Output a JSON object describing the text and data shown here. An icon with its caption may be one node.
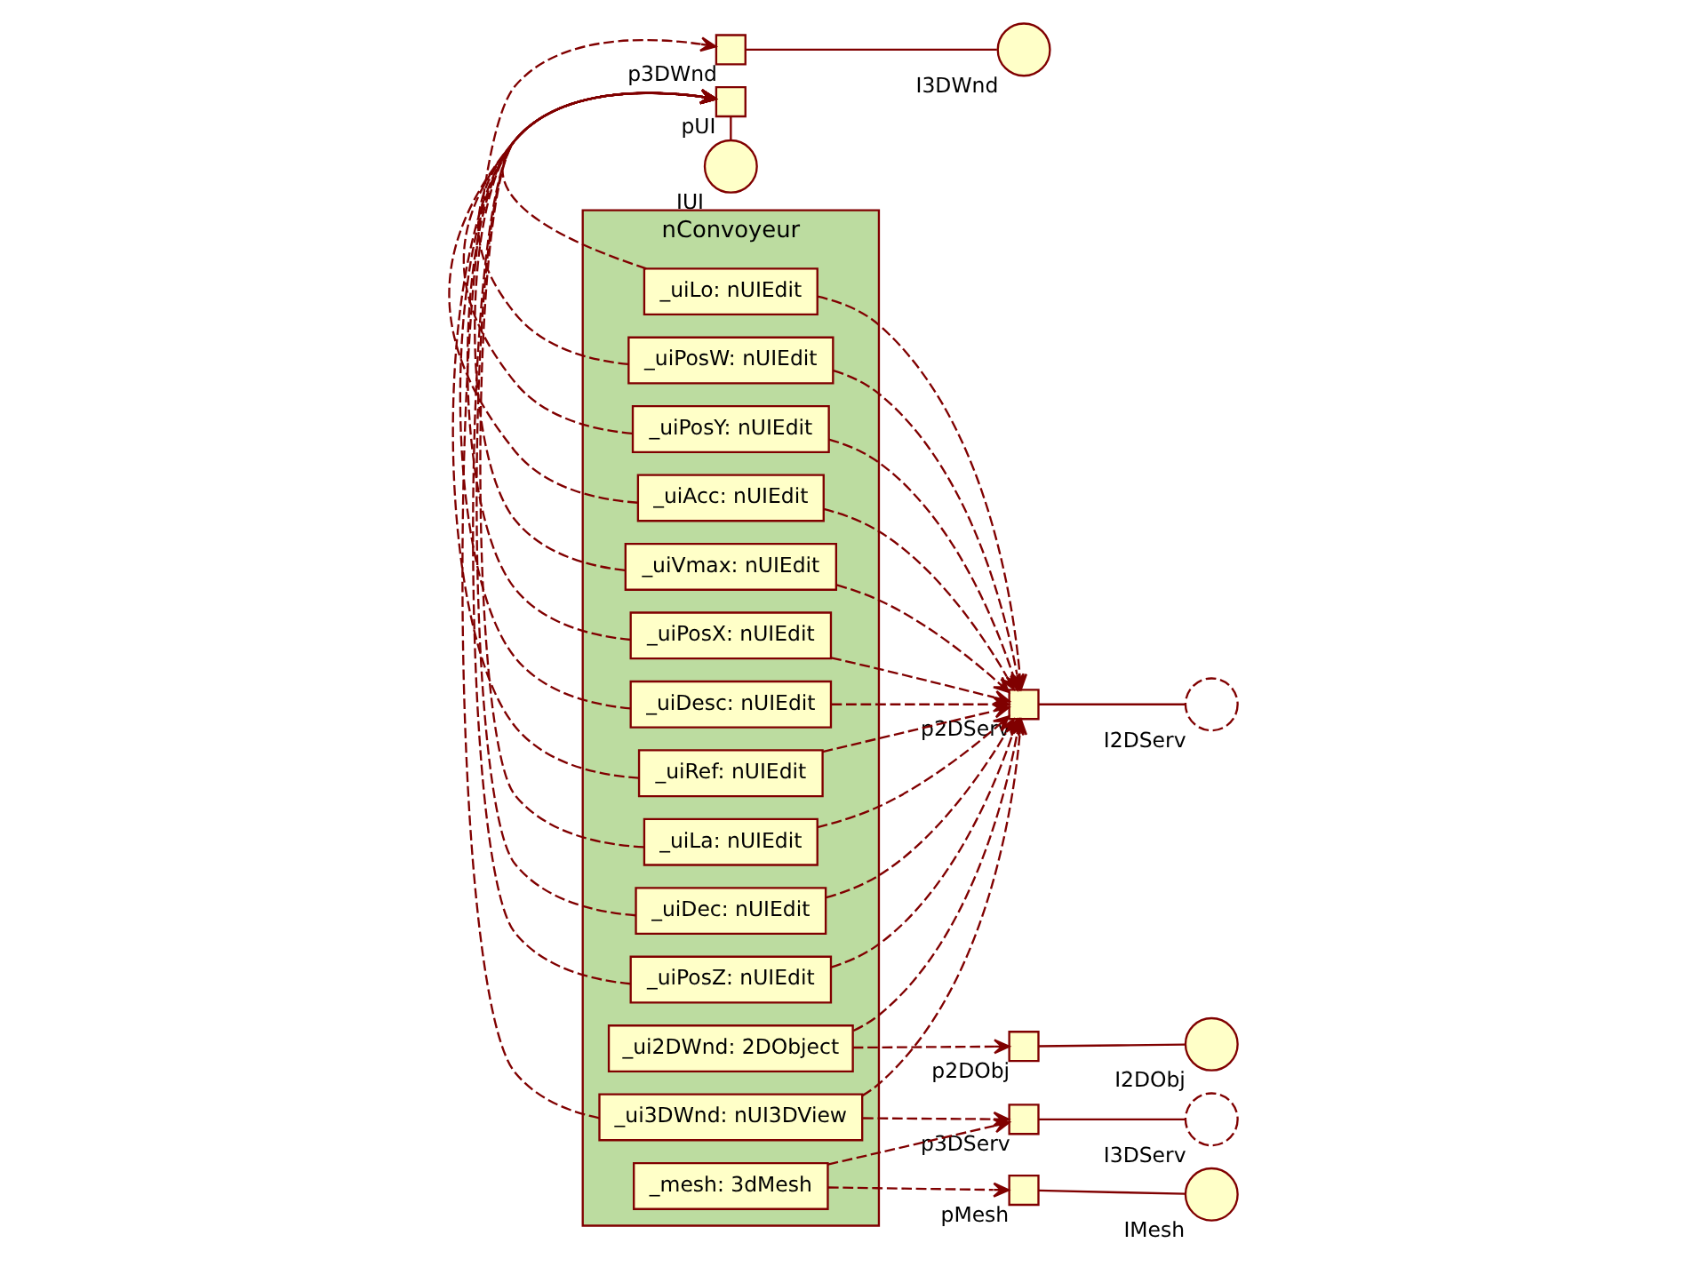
{
  "diagram": {
    "nodes": [
      {
        "text": [
          "nConvoyeur"
        ]
      },
      {
        "text": [],
        "shape": "box",
        "beside": [
          "pUI"
        ]
      },
      {
        "text": [
          "_uiAcc: nUIEdit"
        ],
        "in": 0
      },
      {
        "text": [
          "_uiDec: nUIEdit"
        ],
        "in": 0
      },
      {
        "text": [
          "_uiVmax: nUIEdit"
        ],
        "in": 0
      },
      {
        "text": [
          "_uiPosX: nUIEdit"
        ],
        "in": 0
      },
      {
        "text": [
          "_uiPosY: nUIEdit"
        ],
        "in": 0
      },
      {
        "text": [
          "_uiPosZ: nUIEdit"
        ],
        "in": 0
      },
      {
        "text": [
          "_uiPosW: nUIEdit"
        ],
        "in": 0
      },
      {
        "text": [
          "_uiRef: nUIEdit"
        ],
        "in": 0
      },
      {
        "text": [
          "_uiDesc: nUIEdit"
        ],
        "in": 0
      },
      {
        "text": [
          "_uiLa: nUIEdit"
        ],
        "in": 0
      },
      {
        "text": [
          "_uiLo: nUIEdit"
        ],
        "in": 0
      },
      {
        "text": [
          "_ui2DWnd: 2DObject"
        ],
        "in": 0
      },
      {
        "text": [
          "_mesh: 3dMesh"
        ],
        "in": 0
      },
      {
        "text": [
          "_ui3DWnd: nUI3DView"
        ],
        "in": 0
      },
      {
        "text": [],
        "shape": "box",
        "beside": [
          "p2DObj"
        ]
      },
      {
        "text": [],
        "shape": "box",
        "beside": [
          "pMesh"
        ]
      },
      {
        "text": [],
        "shape": "box",
        "beside": [
          "p3DServ"
        ]
      },
      {
        "text": [],
        "shape": "box",
        "beside": [
          "p2DServ"
        ]
      },
      {
        "text": [],
        "shape": "box",
        "beside": [
          "p3DWnd"
        ]
      },
      {
        "text": [],
        "shape": "circle",
        "beside": [
          "IUI"
        ]
      },
      {
        "text": [],
        "shape": "circle",
        "beside": [
          "I2DObj"
        ]
      },
      {
        "text": [],
        "shape": "circle",
        "beside": [
          "IMesh"
        ]
      },
      {
        "text": [],
        "shape": "arc",
        "beside": [
          "I3DServ"
        ]
      },
      {
        "text": [],
        "shape": "arc",
        "beside": [
          "I2DServ"
        ]
      },
      {
        "text": [],
        "shape": "circle",
        "beside": [
          "I3DWnd"
        ]
      }
    ],
    "edges": [
      {
        "from": 21,
        "to": 1,
        "arrow": "none"
      },
      {
        "from": 2,
        "to": 1,
        "arrow": "to",
        "style": "dashed"
      },
      {
        "from": 3,
        "to": 1,
        "arrow": "to",
        "style": "dashed"
      },
      {
        "from": 4,
        "to": 1,
        "arrow": "to",
        "style": "dashed"
      },
      {
        "from": 5,
        "to": 1,
        "arrow": "to",
        "style": "dashed"
      },
      {
        "from": 6,
        "to": 1,
        "arrow": "to",
        "style": "dashed"
      },
      {
        "from": 7,
        "to": 1,
        "arrow": "to",
        "style": "dashed"
      },
      {
        "from": 8,
        "to": 1,
        "arrow": "to",
        "style": "dashed"
      },
      {
        "from": 9,
        "to": 1,
        "arrow": "to",
        "style": "dashed"
      },
      {
        "from": 10,
        "to": 1,
        "arrow": "to",
        "style": "dashed"
      },
      {
        "from": 11,
        "to": 1,
        "arrow": "to",
        "style": "dashed"
      },
      {
        "from": 12,
        "to": 1,
        "arrow": "to",
        "style": "dashed"
      },
      {
        "from": 2,
        "to": 19,
        "arrow": "to",
        "style": "dashed"
      },
      {
        "from": 3,
        "to": 19,
        "arrow": "to",
        "style": "dashed"
      },
      {
        "from": 4,
        "to": 19,
        "arrow": "to",
        "style": "dashed"
      },
      {
        "from": 5,
        "to": 19,
        "arrow": "to",
        "style": "dashed"
      },
      {
        "from": 6,
        "to": 19,
        "arrow": "to",
        "style": "dashed"
      },
      {
        "from": 7,
        "to": 19,
        "arrow": "to",
        "style": "dashed"
      },
      {
        "from": 8,
        "to": 19,
        "arrow": "to",
        "style": "dashed"
      },
      {
        "from": 9,
        "to": 19,
        "arrow": "to",
        "style": "dashed"
      },
      {
        "from": 10,
        "to": 19,
        "arrow": "to",
        "style": "dashed"
      },
      {
        "from": 11,
        "to": 19,
        "arrow": "to",
        "style": "dashed"
      },
      {
        "from": 12,
        "to": 19,
        "arrow": "to",
        "style": "dashed"
      },
      {
        "from": 13,
        "to": 16,
        "arrow": "to",
        "style": "dashed"
      },
      {
        "from": 13,
        "to": 19,
        "arrow": "to",
        "style": "dashed"
      },
      {
        "from": 14,
        "to": 17,
        "arrow": "to",
        "style": "dashed"
      },
      {
        "from": 14,
        "to": 18,
        "arrow": "to",
        "style": "dashed"
      },
      {
        "from": 15,
        "to": 18,
        "arrow": "to",
        "style": "dashed"
      },
      {
        "from": 15,
        "to": 19,
        "arrow": "to",
        "style": "dashed"
      },
      {
        "from": 15,
        "to": 20,
        "arrow": "to",
        "style": "dashed"
      },
      {
        "from": 16,
        "to": 22,
        "arrow": "none"
      },
      {
        "from": 17,
        "to": 23,
        "arrow": "none"
      },
      {
        "from": 18,
        "to": 24,
        "arrow": "none"
      },
      {
        "from": 19,
        "to": 25,
        "arrow": "none"
      },
      {
        "from": 20,
        "to": 26,
        "arrow": "none"
      }
    ]
  }
}
